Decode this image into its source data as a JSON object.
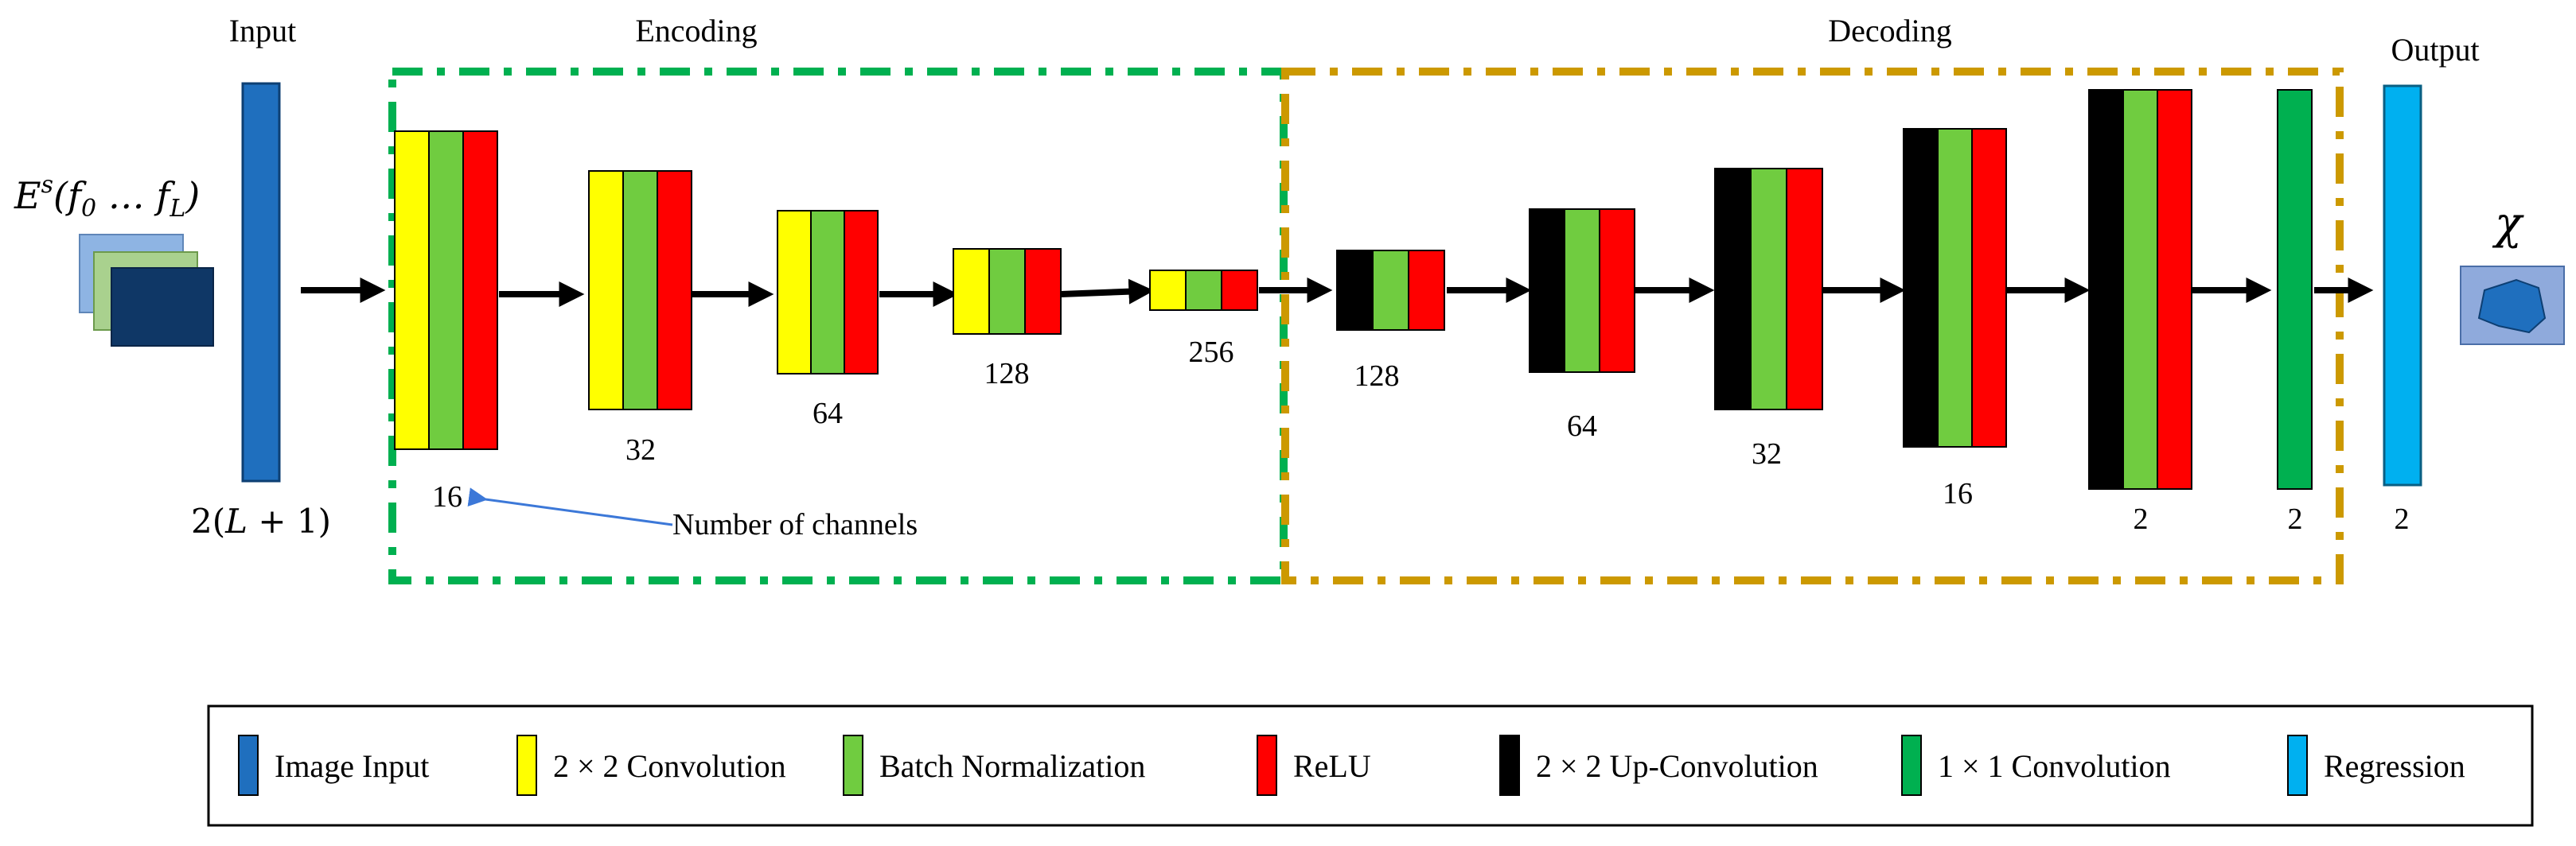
{
  "colors": {
    "image_input": "#1f6fbe",
    "conv2x2": "#ffff00",
    "batch_norm": "#70cc40",
    "relu": "#ff0000",
    "upconv2x2": "#000000",
    "conv1x1": "#00b050",
    "regression": "#00b0f0",
    "encoding_border": "#00b050",
    "decoding_border": "#cc9900",
    "annotation_arrow": "#3c78d8"
  },
  "headers": {
    "input": "Input",
    "encoding": "Encoding",
    "decoding": "Decoding",
    "output": "Output"
  },
  "input": {
    "symbol_main": "E",
    "symbol_sup": "s",
    "symbol_args_open": "(",
    "symbol_f0": "f",
    "symbol_f0_sub": "0",
    "symbol_dots": " … ",
    "symbol_fL": "f",
    "symbol_fL_sub": "L",
    "symbol_args_close": ")",
    "channels": "2(L + 1)",
    "channels_pre": "2(",
    "channels_var": "L",
    "channels_post": " + 1)"
  },
  "encoder_blocks": [
    {
      "channels": "16"
    },
    {
      "channels": "32"
    },
    {
      "channels": "64"
    },
    {
      "channels": "128"
    },
    {
      "channels": "256"
    }
  ],
  "decoder_blocks": [
    {
      "channels": "128"
    },
    {
      "channels": "64"
    },
    {
      "channels": "32"
    },
    {
      "channels": "16"
    },
    {
      "channels": "2"
    }
  ],
  "final_conv": {
    "channels": "2"
  },
  "regression": {
    "channels": "2"
  },
  "output_symbol": "χ",
  "annotation": "Number of channels",
  "legend": [
    {
      "label": "Image Input",
      "color_key": "image_input"
    },
    {
      "label": "2 × 2 Convolution",
      "color_key": "conv2x2"
    },
    {
      "label": "Batch Normalization",
      "color_key": "batch_norm"
    },
    {
      "label": "ReLU",
      "color_key": "relu"
    },
    {
      "label": "2 × 2 Up-Convolution",
      "color_key": "upconv2x2"
    },
    {
      "label": "1 × 1 Convolution",
      "color_key": "conv1x1"
    },
    {
      "label": "Regression",
      "color_key": "regression"
    }
  ]
}
